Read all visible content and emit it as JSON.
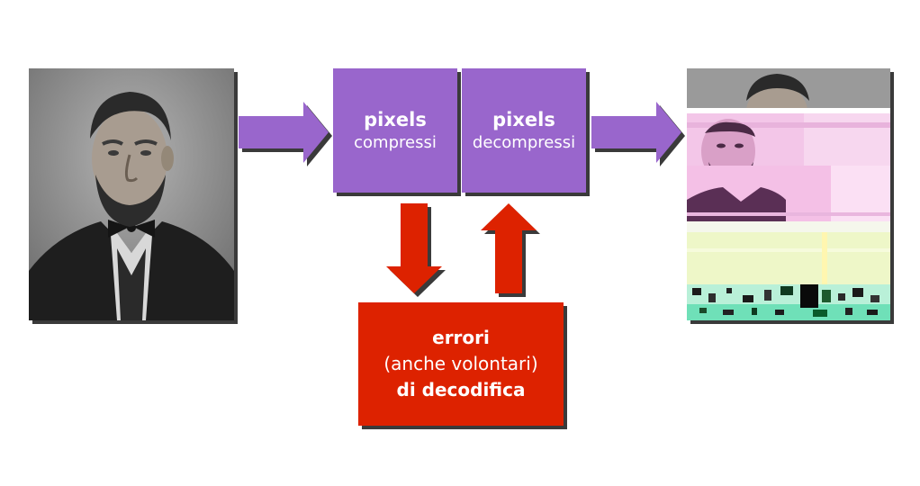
{
  "compressed": {
    "title": "pixels",
    "subtitle": "compressi"
  },
  "decompressed": {
    "title": "pixels",
    "subtitle": "decompressi"
  },
  "errors": {
    "line1": "errori",
    "line2": "(anche volontari)",
    "line3": "di decodifica"
  },
  "colors": {
    "process": "#9966cc",
    "error": "#dd2200",
    "shadow": "#3a3a3a"
  },
  "icons": {
    "original": "portrait-photo",
    "glitched": "glitched-portrait-photo"
  }
}
